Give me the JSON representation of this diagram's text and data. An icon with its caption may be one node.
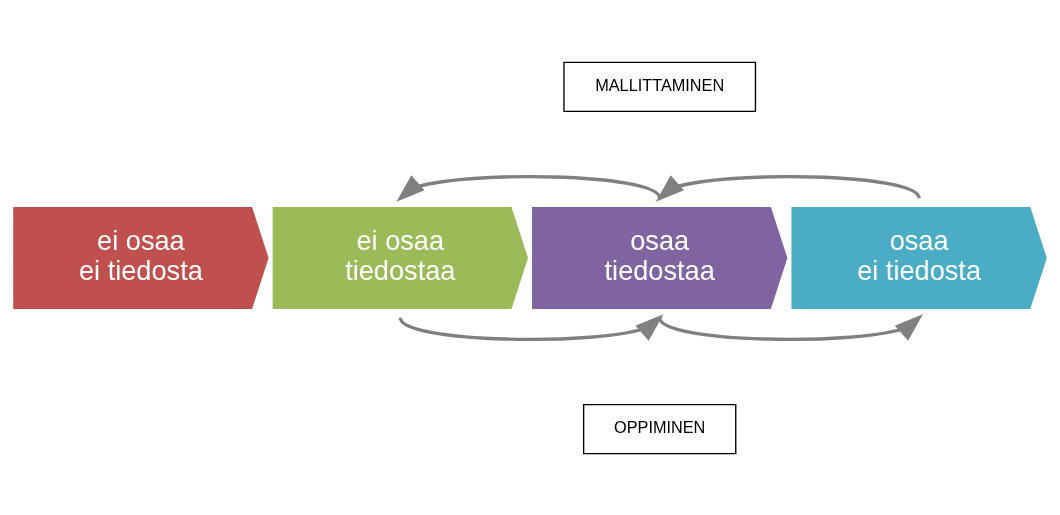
{
  "diagram": {
    "nodes": [
      {
        "text": [
          "ei osaa",
          "ei tiedosta"
        ]
      },
      {
        "text": [
          "ei osaa",
          "tiedostaa"
        ]
      },
      {
        "text": [
          "osaa",
          "tiedostaa"
        ]
      },
      {
        "text": [
          "osaa",
          "ei tiedosta"
        ]
      },
      {
        "text": [
          "MALLITTAMINEN"
        ]
      },
      {
        "text": [
          "OPPIMINEN"
        ]
      }
    ],
    "edges": [
      {
        "from": 2,
        "to": 1,
        "arrow": "to"
      },
      {
        "from": 3,
        "to": 2,
        "arrow": "to"
      },
      {
        "from": 1,
        "to": 2,
        "arrow": "to"
      },
      {
        "from": 2,
        "to": 3,
        "arrow": "to"
      }
    ]
  }
}
